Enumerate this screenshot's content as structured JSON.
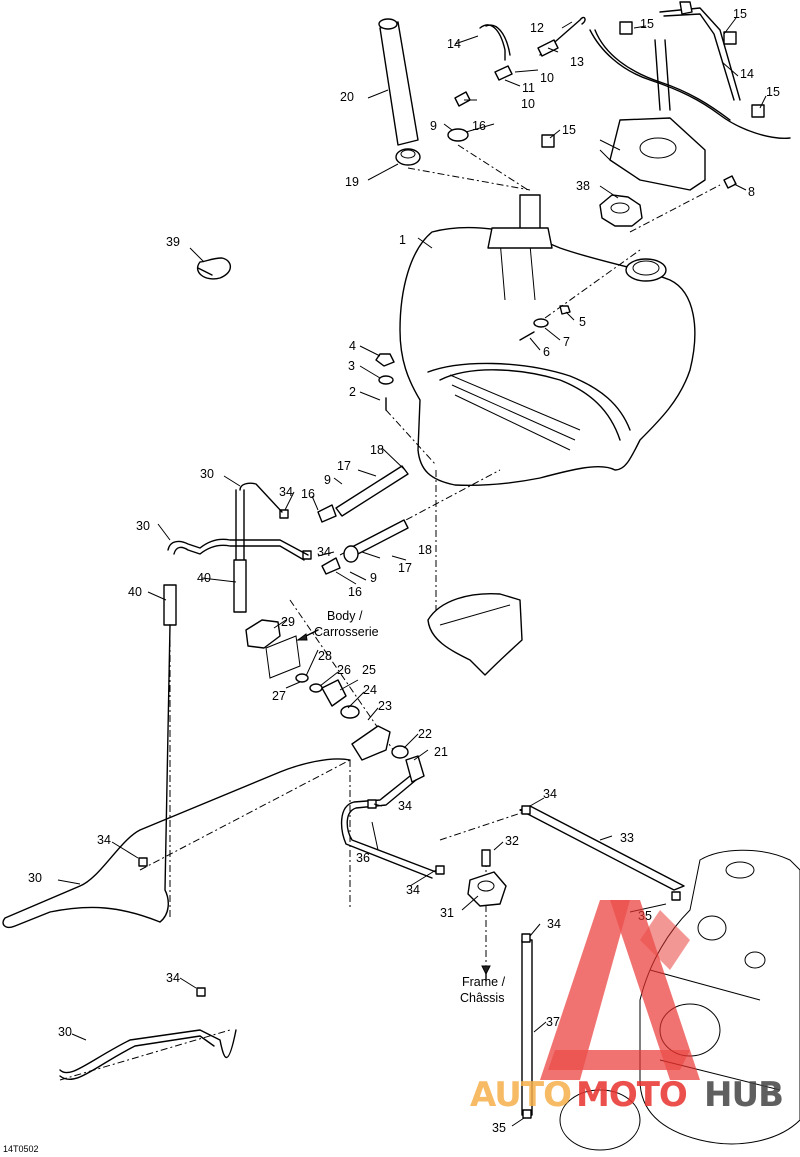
{
  "drawing_code": "14T0502",
  "notes": {
    "body_line1": "Body /",
    "body_line2": "Carrosserie",
    "frame_line1": "Frame /",
    "frame_line2": "Châssis"
  },
  "callouts": [
    "1",
    "2",
    "3",
    "4",
    "5",
    "6",
    "7",
    "8",
    "9",
    "10",
    "11",
    "12",
    "13",
    "14",
    "15",
    "16",
    "17",
    "18",
    "19",
    "20",
    "21",
    "22",
    "23",
    "24",
    "25",
    "26",
    "27",
    "28",
    "29",
    "30",
    "31",
    "32",
    "33",
    "34",
    "35",
    "36",
    "37",
    "38",
    "39",
    "40"
  ],
  "watermark": {
    "text_auto": "AUTO",
    "text_moto": "MOTO",
    "text_hub": "HUB",
    "color_orange": "#f5b04a",
    "color_red": "#e8322e",
    "color_dark": "#444444"
  }
}
